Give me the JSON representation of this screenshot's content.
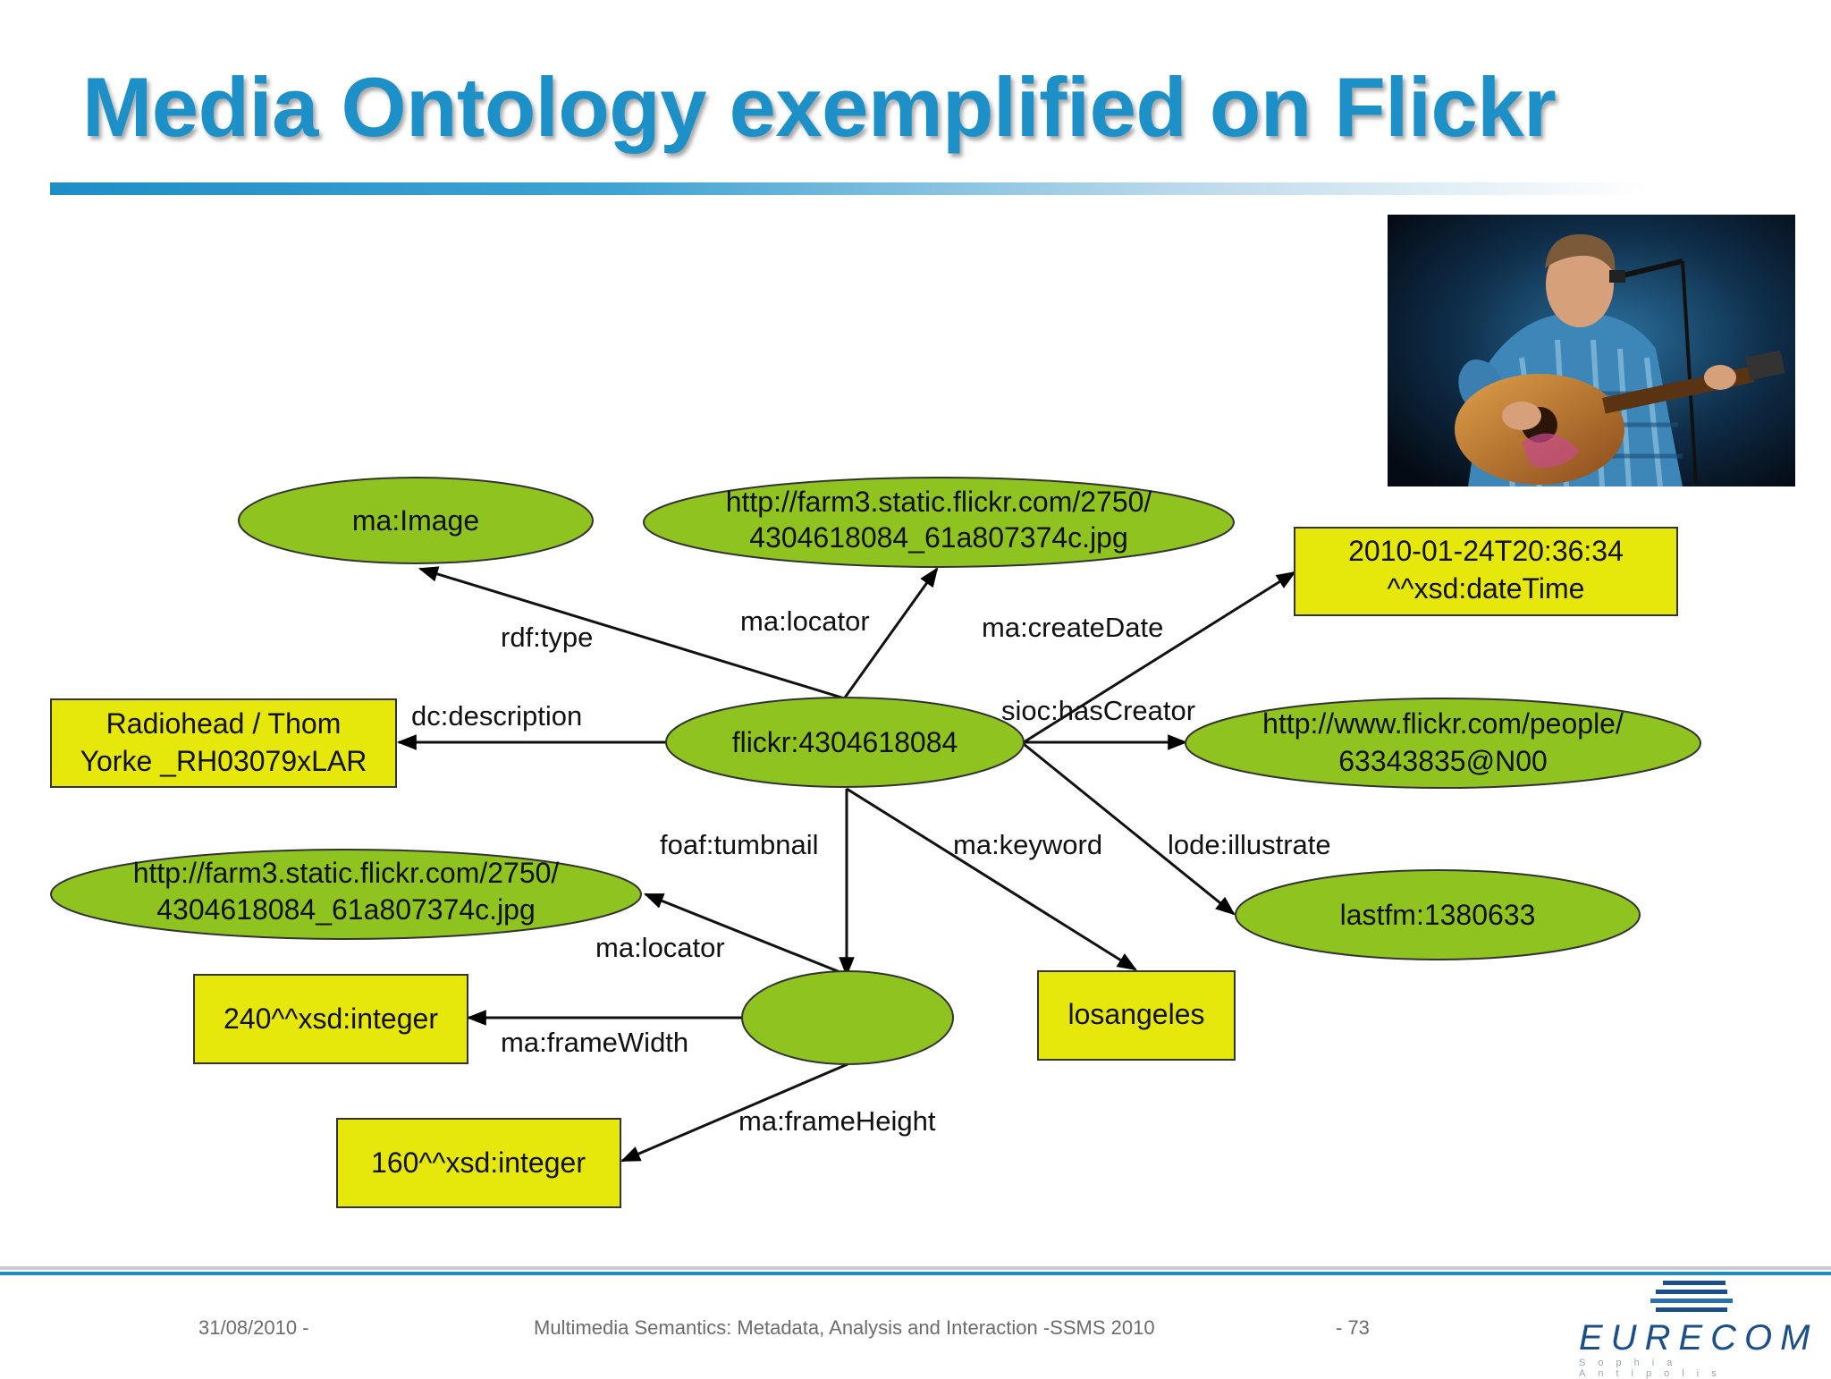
{
  "slide": {
    "title": "Media Ontology exemplified on Flickr"
  },
  "diagram": {
    "nodes": {
      "ma_image": "ma:Image",
      "url_top_line1": "http://farm3.static.flickr.com/2750/",
      "url_top_line2": "4304618084_61a807374c.jpg",
      "date_line1": "2010-01-24T20:36:34",
      "date_line2": "^^xsd:dateTime",
      "desc_line1": "Radiohead / Thom",
      "desc_line2": "Yorke _RH03079xLAR",
      "flickr": "flickr:4304618084",
      "creator_line1": "http://www.flickr.com/people/",
      "creator_line2": "63343835@N00",
      "thumb_url_line1": "http://farm3.static.flickr.com/2750/",
      "thumb_url_line2": "4304618084_61a807374c.jpg",
      "lastfm": "lastfm:1380633",
      "width": "240^^xsd:integer",
      "losangeles": "losangeles",
      "height": "160^^xsd:integer"
    },
    "edges": {
      "rdf_type": "rdf:type",
      "ma_locator_top": "ma:locator",
      "ma_createDate": "ma:createDate",
      "dc_description": "dc:description",
      "sioc_hasCreator": "sioc:hasCreator",
      "foaf_tumbnail": "foaf:tumbnail",
      "ma_keyword": "ma:keyword",
      "lode_illustrate": "lode:illustrate",
      "ma_locator_thumb": "ma:locator",
      "ma_frameWidth": "ma:frameWidth",
      "ma_frameHeight": "ma:frameHeight"
    },
    "colors": {
      "uri_fill": "#8fc31f",
      "literal_fill": "#e5e80a",
      "stroke": "#333333"
    }
  },
  "photo": {
    "subject": "guitarist-performing-photo"
  },
  "footer": {
    "date": "31/08/2010 -",
    "event": "Multimedia Semantics: Metadata, Analysis and Interaction -SSMS 2010",
    "page": "- 73",
    "logo": "EURECOM",
    "logo_sub": "Sophia Antipolis"
  }
}
